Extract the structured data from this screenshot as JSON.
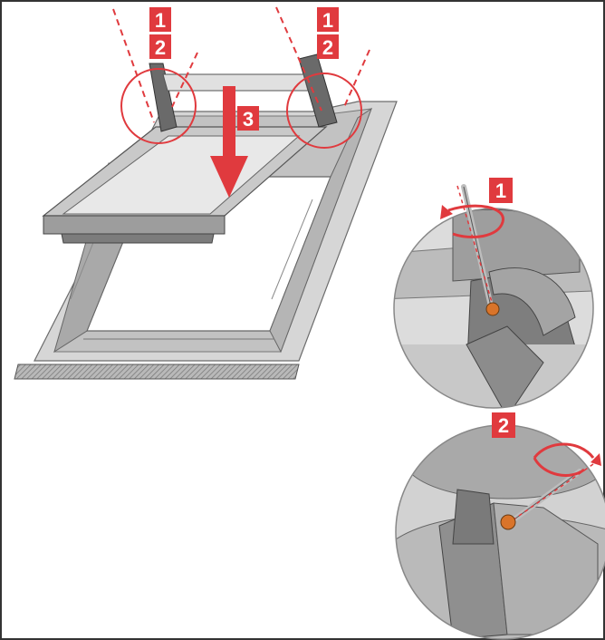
{
  "colors": {
    "accent_red": "#e03a3e",
    "frame_gray": "#9a9a9a",
    "frame_dark": "#5a5a5a",
    "background": "#ffffff"
  },
  "badges": {
    "main_left_1": "1",
    "main_left_2": "2",
    "main_right_1": "1",
    "main_right_2": "2",
    "main_arrow_3": "3",
    "detail_top_1": "1",
    "detail_bottom_2": "2"
  },
  "icons": [
    "down-arrow-icon",
    "rotate-arrow-icon",
    "screwdriver-icon",
    "screw-icon"
  ]
}
